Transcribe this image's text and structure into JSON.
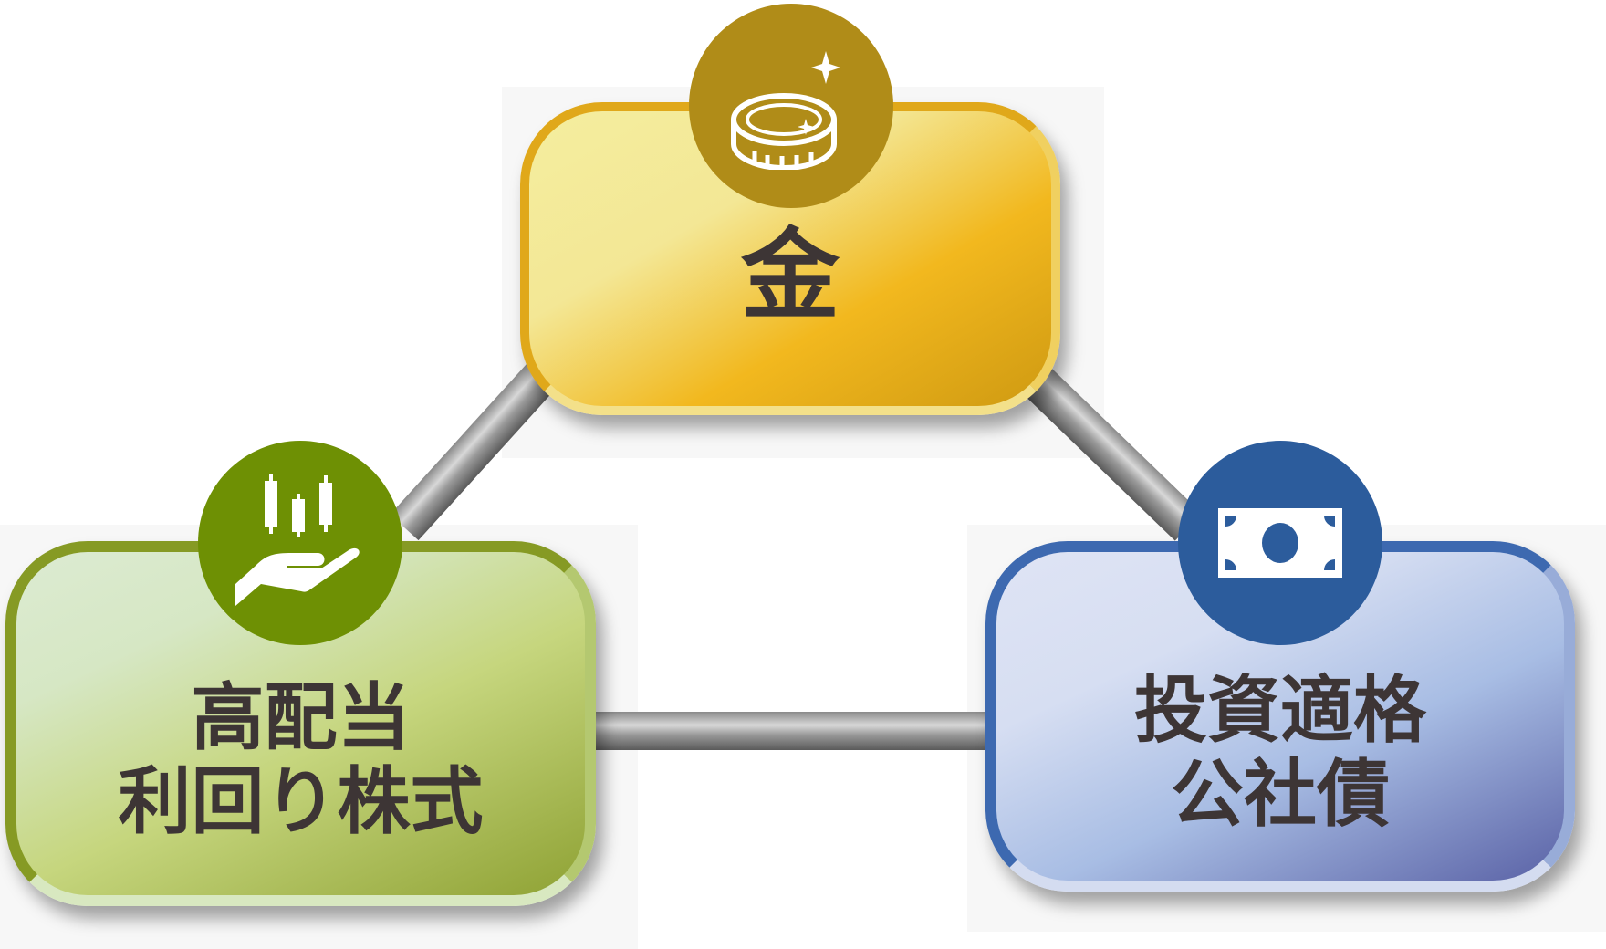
{
  "nodes": {
    "gold": {
      "label": "金",
      "icon": "coin-icon",
      "color": "#b08c18"
    },
    "dividend": {
      "line1": "高配当",
      "line2": "利回り株式",
      "icon": "hand-candlestick-icon",
      "color": "#6e9004"
    },
    "bonds": {
      "line1": "投資適格",
      "line2": "公社債",
      "icon": "banknote-icon",
      "color": "#2c5c9c"
    }
  }
}
